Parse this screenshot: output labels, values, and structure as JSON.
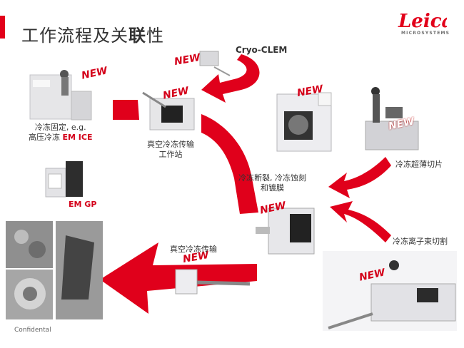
{
  "title": {
    "normal": "工作流程及关",
    "bold": "联",
    "rest": "性"
  },
  "logo": {
    "brand": "Leica",
    "sub": "MICROSYSTEMS"
  },
  "labels": {
    "cryo_clem": "Cryo-CLEM",
    "freeze_line1": "冷冻固定, e.g.",
    "freeze_line2a": "高压冷冻 ",
    "freeze_line2b": "EM ICE",
    "em_gp": "EM GP",
    "vct_station_1": "真空冷冻传输",
    "vct_station_2": "工作站",
    "fracture_1": "冷冻断裂, 冷冻蚀刻",
    "fracture_2": "和镀膜",
    "ultra": "冷冻超薄切片",
    "ion": "冷冻离子束切割",
    "vct_transfer": "真空冷冻传输",
    "confidential": "Confidental"
  },
  "new_label": "NEW",
  "colors": {
    "accent": "#e2001a",
    "arrow": "#e0001b",
    "text": "#333333"
  }
}
